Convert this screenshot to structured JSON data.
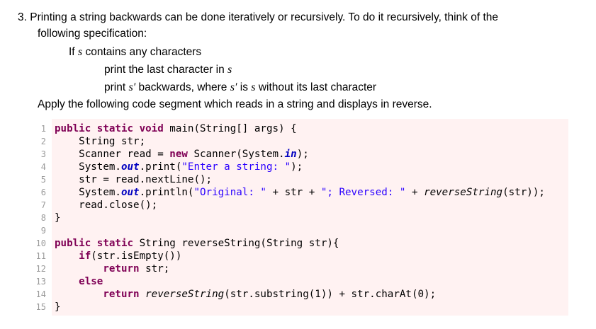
{
  "question": {
    "line1": "3. Printing a string backwards can be done iteratively or recursively. To do it recursively, think of the",
    "line2": "following specification:",
    "line3": {
      "pre": "If ",
      "s": "s",
      "post": " contains any characters"
    },
    "line4": {
      "pre": "print the last character in ",
      "s": "s"
    },
    "line5": {
      "pre": "print ",
      "sp1": "s′",
      "mid": " backwards, where ",
      "sp2": "s′",
      "is": " is ",
      "s": "s",
      "post": " without its last character"
    },
    "line6": "Apply the following code segment which reads in a string and displays in reverse."
  },
  "code": {
    "line_numbers": [
      "1",
      "2",
      "3",
      "4",
      "5",
      "6",
      "7",
      "8",
      "9",
      "10",
      "11",
      "12",
      "13",
      "14",
      "15"
    ],
    "l1": {
      "kw": "public static void",
      "rest": " main(String[] args) {"
    },
    "l2": {
      "indent": "    ",
      "rest": "String str;"
    },
    "l3": {
      "indent": "    ",
      "a": "Scanner read = ",
      "kw": "new",
      "b": " Scanner(System.",
      "fld": "in",
      "c": ");"
    },
    "l4": {
      "indent": "    ",
      "a": "System.",
      "fld": "out",
      "b": ".print(",
      "str": "\"Enter a string: \"",
      "c": ");"
    },
    "l5": {
      "indent": "    ",
      "rest": "str = read.nextLine();"
    },
    "l6": {
      "indent": "    ",
      "a": "System.",
      "fld": "out",
      "b": ".println(",
      "str1": "\"Original: \"",
      "c": " + str + ",
      "str2": "\"; Reversed: \"",
      "d": " + ",
      "sm": "reverseString",
      "e": "(str));"
    },
    "l7": {
      "indent": "    ",
      "rest": "read.close();"
    },
    "l8": {
      "rest": "}"
    },
    "l9": {
      "rest": ""
    },
    "l10": {
      "kw": "public static",
      "rest": " String reverseString(String str){"
    },
    "l11": {
      "indent": "    ",
      "kw": "if",
      "rest": "(str.isEmpty())"
    },
    "l12": {
      "indent": "        ",
      "kw": "return",
      "rest": " str;"
    },
    "l13": {
      "indent": "    ",
      "kw": "else"
    },
    "l14": {
      "indent": "        ",
      "kw": "return",
      "sp": " ",
      "sm": "reverseString",
      "rest": "(str.substring(1)) + str.charAt(0);"
    },
    "l15": {
      "rest": "}"
    }
  },
  "colors": {
    "keyword": "#7f0055",
    "string": "#2a00ff",
    "field": "#0000c0",
    "code_background": "#fff2f2",
    "line_number": "#9a9a9a"
  }
}
